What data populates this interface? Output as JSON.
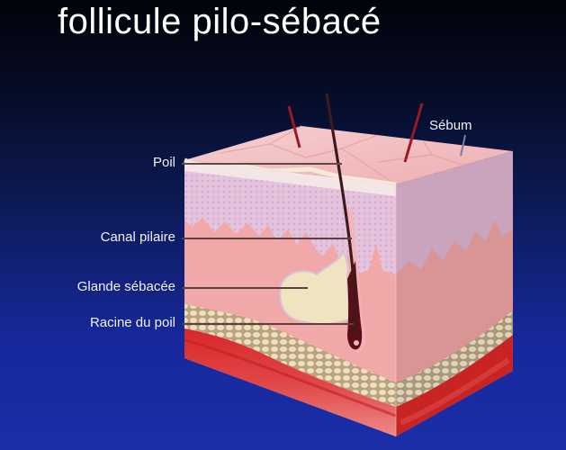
{
  "title": "follicule pilo-sébacé",
  "labels": {
    "poil": "Poil",
    "canal_pilaire": "Canal pilaire",
    "glande_sebacee": "Glande sébacée",
    "racine_du_poil": "Racine du poil",
    "sebum": "Sébum"
  },
  "colors": {
    "background_top": "#02030a",
    "background_bottom": "#1a2ea6",
    "epidermis_top": "#f2c2c4",
    "epidermis": "#e8c4dd",
    "dermis": "#f1a8a8",
    "fat": "#e0d2b0",
    "muscle": "#d62a2a",
    "hair": "#3d1214",
    "sebaceous_gland": "#f1e6c4",
    "leader_line": "#5a3a3a"
  }
}
